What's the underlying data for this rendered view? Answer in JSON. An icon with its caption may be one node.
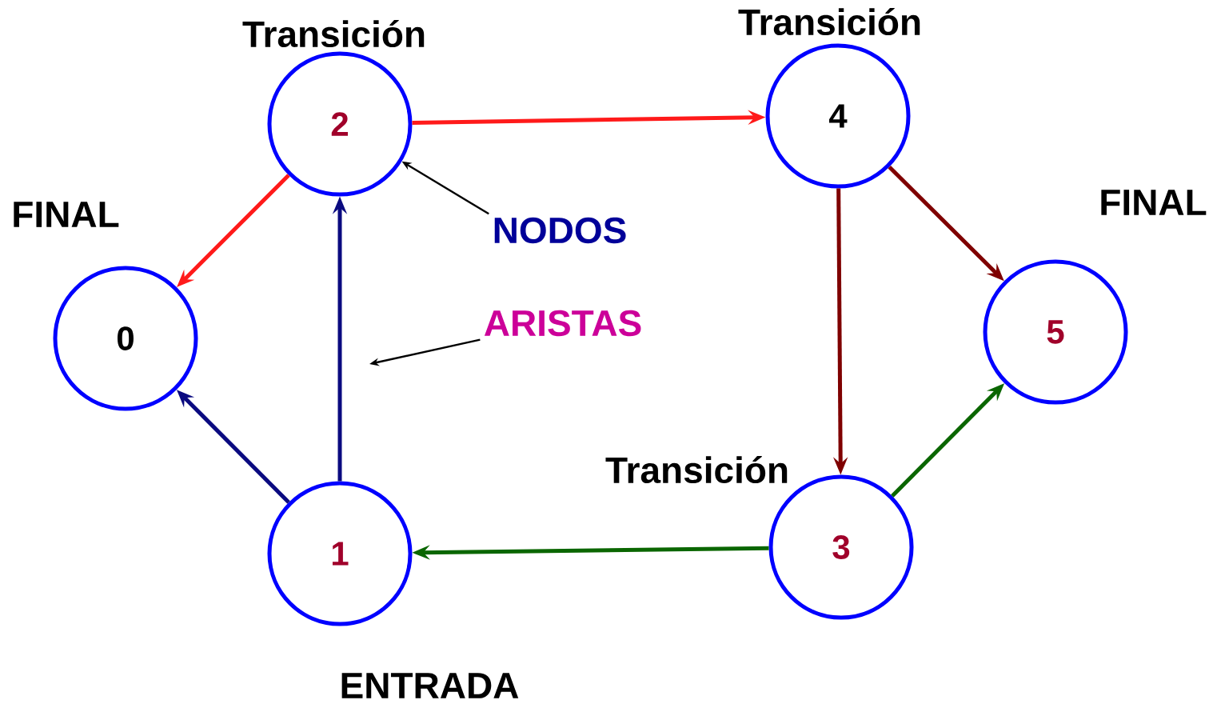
{
  "diagram": {
    "nodes": [
      {
        "text": [
          "0"
        ],
        "beside": [
          "FINAL"
        ]
      },
      {
        "text": [
          "1"
        ],
        "beside": [
          "ENTRADA"
        ]
      },
      {
        "text": [
          "2"
        ],
        "beside": [
          "Transición"
        ]
      },
      {
        "text": [
          "3"
        ],
        "beside": [
          "Transición"
        ]
      },
      {
        "text": [
          "4"
        ],
        "beside": [
          "Transición"
        ]
      },
      {
        "text": [
          "5"
        ],
        "beside": [
          "FINAL"
        ]
      },
      {
        "text": [
          "NODOS"
        ]
      },
      {
        "text": [
          "ARISTAS"
        ]
      }
    ],
    "edges": [
      {
        "from": 2,
        "to": 0,
        "arrow": "to",
        "color": "#ff1a1a"
      },
      {
        "from": 1,
        "to": 0,
        "arrow": "to",
        "color": "#0a0a80"
      },
      {
        "from": 1,
        "to": 2,
        "arrow": "to",
        "color": "#0a0a80"
      },
      {
        "from": 2,
        "to": 4,
        "arrow": "to",
        "color": "#ff1a1a"
      },
      {
        "from": 4,
        "to": 5,
        "arrow": "to",
        "color": "#7f0000"
      },
      {
        "from": 4,
        "to": 3,
        "arrow": "to",
        "color": "#7f0000"
      },
      {
        "from": 3,
        "to": 5,
        "arrow": "to",
        "color": "#0a6600"
      },
      {
        "from": 3,
        "to": 1,
        "arrow": "to",
        "color": "#0a6600"
      },
      {
        "from": 6,
        "to": 2,
        "arrow": "to",
        "color": "#000000"
      },
      {
        "from": 7,
        "to": null,
        "arrow": "to",
        "color": "#000000"
      }
    ]
  }
}
